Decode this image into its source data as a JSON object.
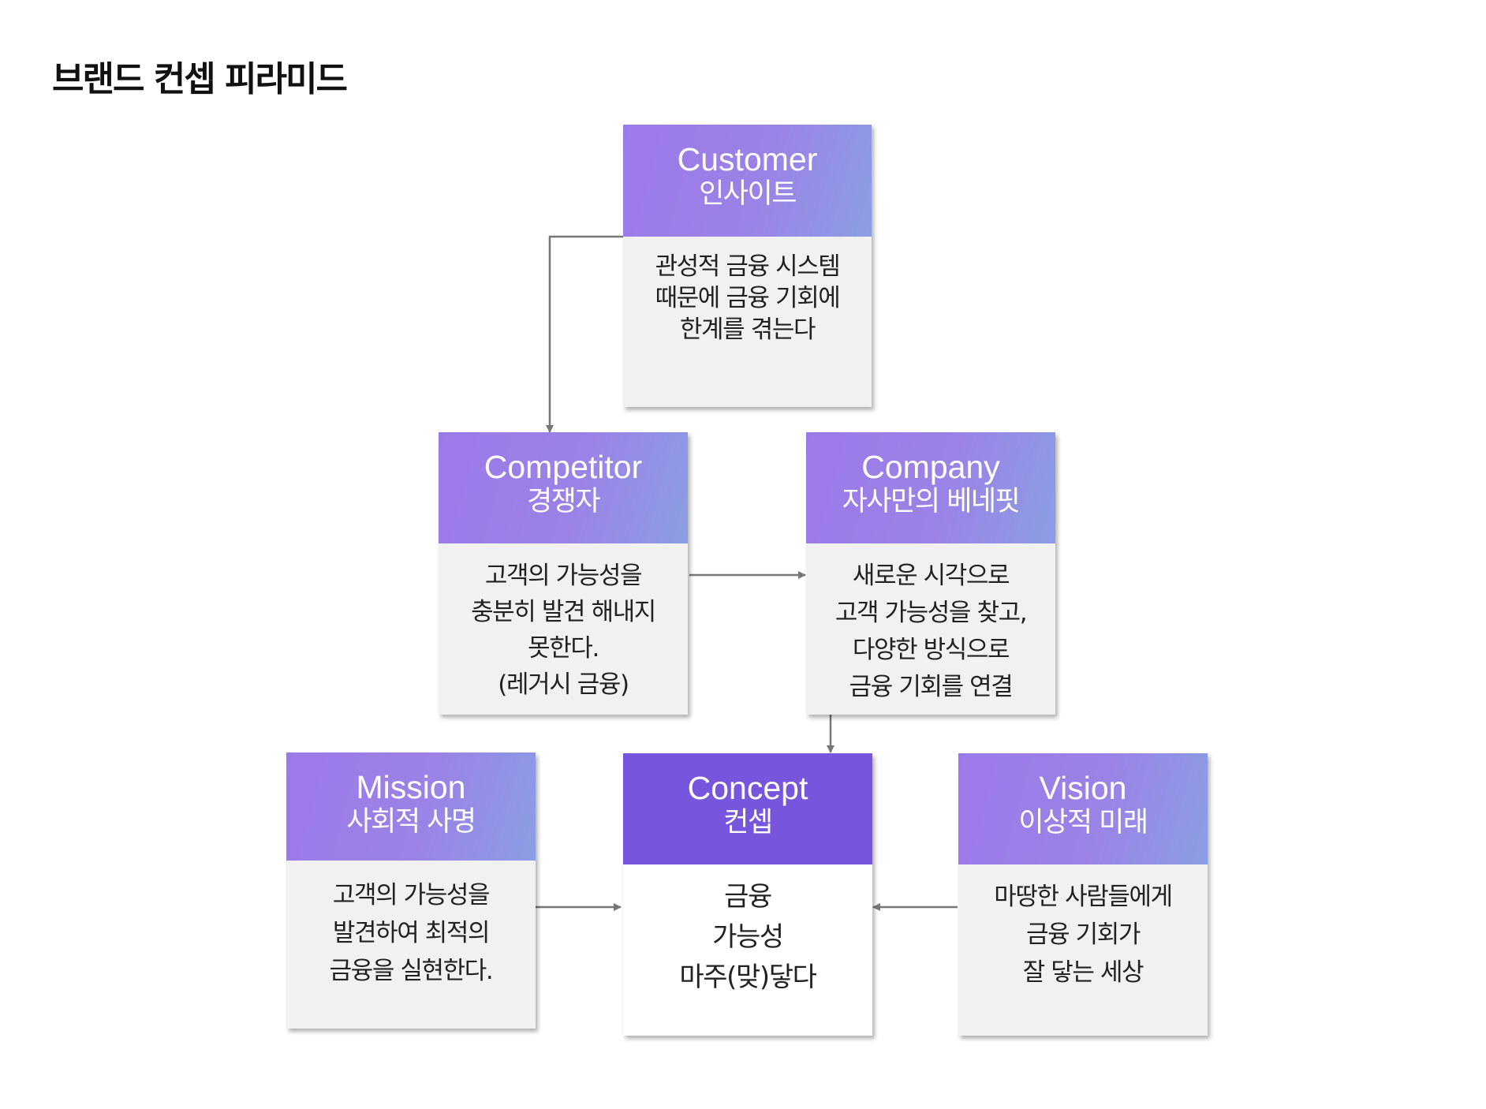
{
  "page_title": "브랜드 컨셉 피라미드",
  "colors": {
    "header_gradient_start": "#9c79e8",
    "header_gradient_end": "#8a9ee4",
    "concept_header": "#7755dc",
    "card_body": "#f1f1f1",
    "connector": "#777777"
  },
  "cards": {
    "customer": {
      "title": "Customer",
      "subtitle": "인사이트",
      "lines": [
        "관성적 금융 시스템",
        "때문에 금융 기회에",
        "한계를 겪는다"
      ]
    },
    "competitor": {
      "title": "Competitor",
      "subtitle": "경쟁자",
      "lines": [
        "고객의 가능성을",
        "충분히 발견 해내지",
        "못한다.",
        "(레거시 금융)"
      ]
    },
    "company": {
      "title": "Company",
      "subtitle": "자사만의 베네핏",
      "lines": [
        "새로운 시각으로",
        "고객 가능성을 찾고,",
        "다양한 방식으로",
        "금융 기회를 연결"
      ]
    },
    "mission": {
      "title": "Mission",
      "subtitle": "사회적 사명",
      "lines": [
        "고객의 가능성을",
        "발견하여 최적의",
        "금융을 실현한다."
      ]
    },
    "concept": {
      "title": "Concept",
      "subtitle": "컨셉",
      "lines": [
        "금융",
        "가능성",
        "마주(맞)닿다"
      ]
    },
    "vision": {
      "title": "Vision",
      "subtitle": "이상적 미래",
      "lines": [
        "마땅한 사람들에게",
        "금융 기회가",
        "잘 닿는 세상"
      ]
    }
  },
  "flows": [
    {
      "from": "customer",
      "to": "competitor"
    },
    {
      "from": "competitor",
      "to": "company"
    },
    {
      "from": "company",
      "to": "concept"
    },
    {
      "from": "mission",
      "to": "concept"
    },
    {
      "from": "vision",
      "to": "concept"
    }
  ]
}
